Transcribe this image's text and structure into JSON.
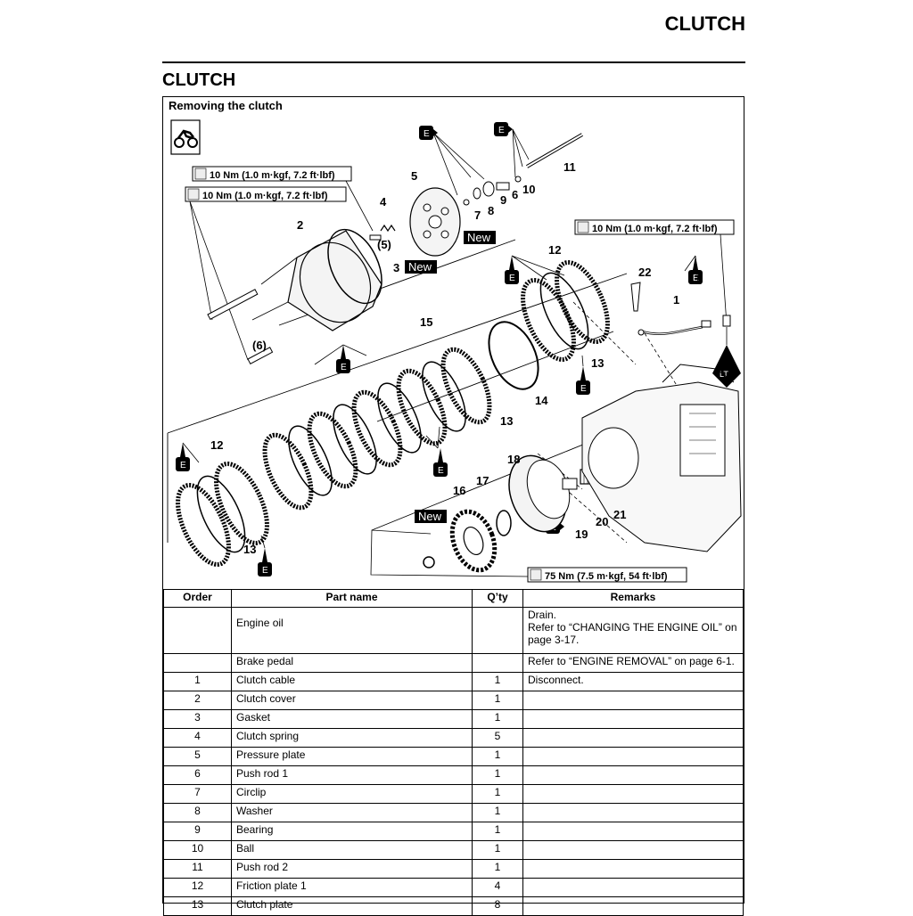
{
  "header": {
    "running_title": "CLUTCH"
  },
  "section": {
    "title": "CLUTCH",
    "subtitle": "Removing the clutch"
  },
  "diagram": {
    "torque_values": {
      "pressure_plate_bolt": "10 Nm (1.0 m·kgf, 7.2 ft·lbf)",
      "clutch_cover_bolt": "10 Nm (1.0 m·kgf, 7.2 ft·lbf)",
      "cable_holder_bolt": "10 Nm (1.0 m·kgf, 7.2 ft·lbf)",
      "clutch_boss_nut": "75 Nm (7.5 m·kgf, 54 ft·lbf)"
    },
    "new_mark": "New",
    "lubricant_e": "E",
    "locktite": "LT",
    "callouts": {
      "c1": "1",
      "c2": "2",
      "c3": "3",
      "c4": "4",
      "c5": "(5)",
      "c5b": "5",
      "c6": "(6)",
      "c6b": "6",
      "c7": "7",
      "c8": "8",
      "c9": "9",
      "c10": "10",
      "c11": "11",
      "c12a": "12",
      "c12b": "12",
      "c13a": "13",
      "c13b": "13",
      "c13c": "13",
      "c14": "14",
      "c15": "15",
      "c16": "16",
      "c17": "17",
      "c18": "18",
      "c19": "19",
      "c20": "20",
      "c21": "21",
      "c22": "22"
    }
  },
  "table": {
    "columns": [
      "Order",
      "Part name",
      "Q’ty",
      "Remarks"
    ],
    "rows": [
      {
        "order": "",
        "part": "Engine oil",
        "qty": "",
        "remarks": [
          "Drain.",
          "Refer to “CHANGING THE ENGINE OIL” on",
          "page 3-17."
        ]
      },
      {
        "order": "",
        "part": "Brake pedal",
        "qty": "",
        "remarks": [
          "Refer to “ENGINE REMOVAL” on page 6-1."
        ]
      },
      {
        "order": "1",
        "part": "Clutch cable",
        "qty": "1",
        "remarks": [
          "Disconnect."
        ]
      },
      {
        "order": "2",
        "part": "Clutch cover",
        "qty": "1",
        "remarks": [
          ""
        ]
      },
      {
        "order": "3",
        "part": "Gasket",
        "qty": "1",
        "remarks": [
          ""
        ]
      },
      {
        "order": "4",
        "part": "Clutch spring",
        "qty": "5",
        "remarks": [
          ""
        ]
      },
      {
        "order": "5",
        "part": "Pressure plate",
        "qty": "1",
        "remarks": [
          ""
        ]
      },
      {
        "order": "6",
        "part": "Push rod 1",
        "qty": "1",
        "remarks": [
          ""
        ]
      },
      {
        "order": "7",
        "part": "Circlip",
        "qty": "1",
        "remarks": [
          ""
        ]
      },
      {
        "order": "8",
        "part": "Washer",
        "qty": "1",
        "remarks": [
          ""
        ]
      },
      {
        "order": "9",
        "part": "Bearing",
        "qty": "1",
        "remarks": [
          ""
        ]
      },
      {
        "order": "10",
        "part": "Ball",
        "qty": "1",
        "remarks": [
          ""
        ]
      },
      {
        "order": "11",
        "part": "Push rod 2",
        "qty": "1",
        "remarks": [
          ""
        ]
      },
      {
        "order": "12",
        "part": "Friction plate 1",
        "qty": "4",
        "remarks": [
          ""
        ]
      },
      {
        "order": "13",
        "part": "Clutch plate",
        "qty": "8",
        "remarks": [
          ""
        ]
      }
    ]
  }
}
